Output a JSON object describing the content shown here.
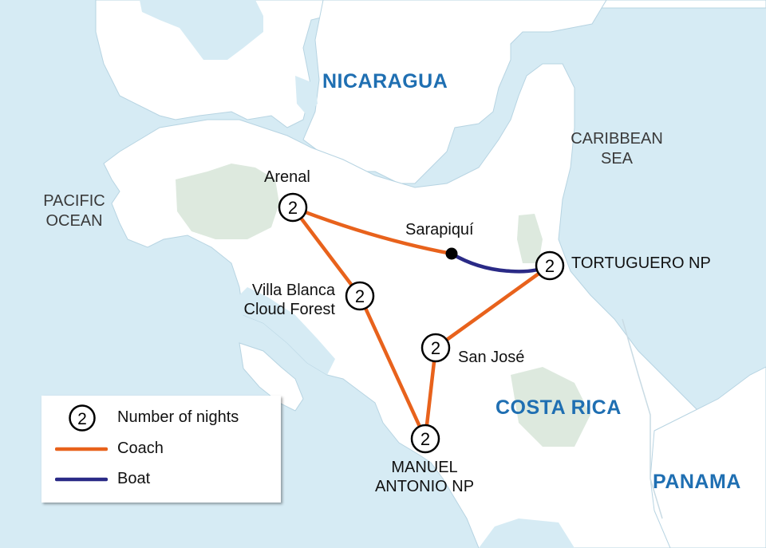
{
  "map": {
    "countries": {
      "nicaragua": "NICARAGUA",
      "costa_rica": "COSTA RICA",
      "panama": "PANAMA"
    },
    "seas": {
      "pacific_line1": "PACIFIC",
      "pacific_line2": "OCEAN",
      "caribbean_line1": "CARIBBEAN",
      "caribbean_line2": "SEA"
    },
    "stops": [
      {
        "name": "Arenal",
        "nights": "2"
      },
      {
        "name_line1": "Villa Blanca",
        "name_line2": "Cloud Forest",
        "nights": "2"
      },
      {
        "name": "Sarapiquí"
      },
      {
        "name": "TORTUGUERO NP",
        "nights": "2"
      },
      {
        "name": "San José",
        "nights": "2"
      },
      {
        "name_line1": "MANUEL",
        "name_line2": "ANTONIO NP",
        "nights": "2"
      }
    ],
    "routes": {
      "coach_color": "#e8621c",
      "boat_color": "#2a2a86"
    },
    "colors": {
      "water": "#d6ebf4",
      "land": "#ffffff",
      "national_park": "#dde9de"
    }
  },
  "legend": {
    "nights_symbol": "2",
    "nights_label": "Number of nights",
    "coach_label": "Coach",
    "boat_label": "Boat"
  }
}
